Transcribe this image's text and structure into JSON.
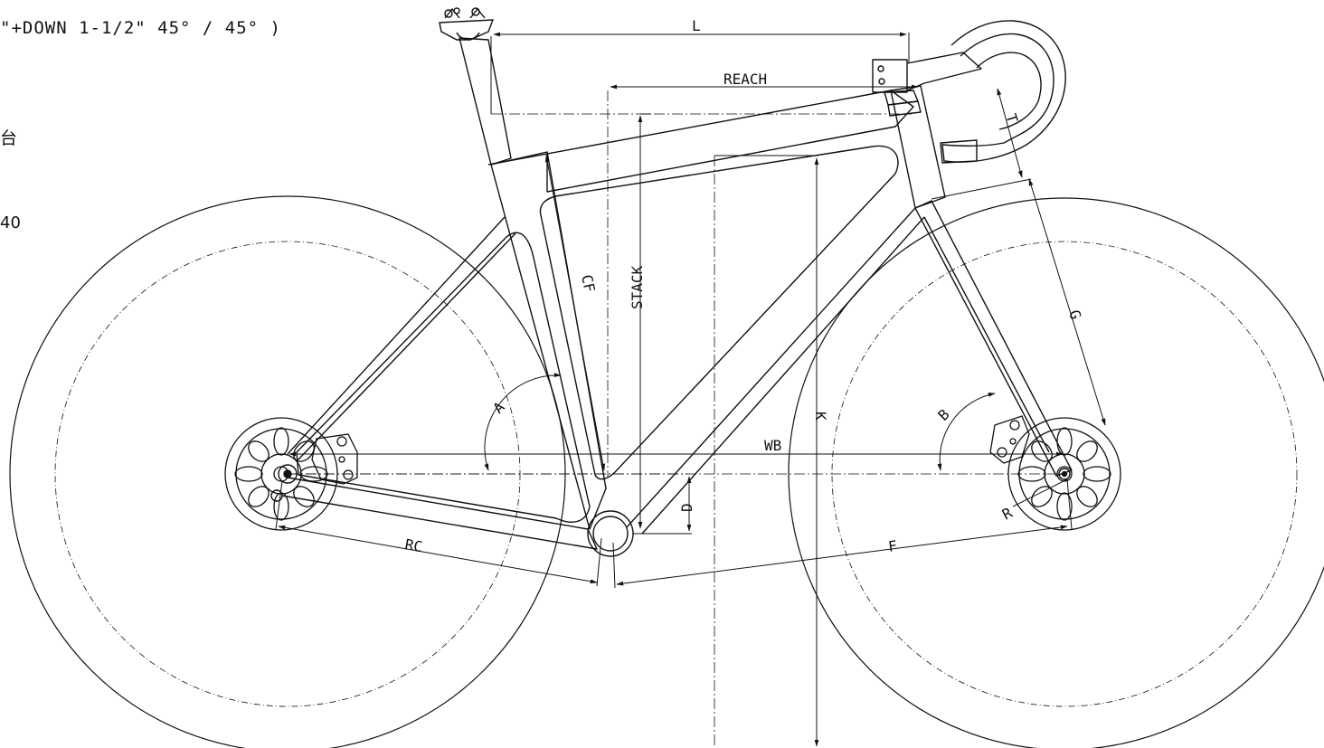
{
  "notes": {
    "headset": "\"+DOWN 1-1/2\" 45° / 45° )",
    "cn_fragment": "台",
    "number_fragment": "40"
  },
  "labels": {
    "L": "L",
    "REACH": "REACH",
    "STACK": "STACK",
    "CF": "CF",
    "T": "T",
    "G": "G",
    "K": "K",
    "WB": "WB",
    "A": "A",
    "B": "B",
    "D": "D",
    "RC": "RC",
    "F": "F",
    "R": "R"
  },
  "colors": {
    "line": "#111111",
    "background": "#ffffff"
  }
}
